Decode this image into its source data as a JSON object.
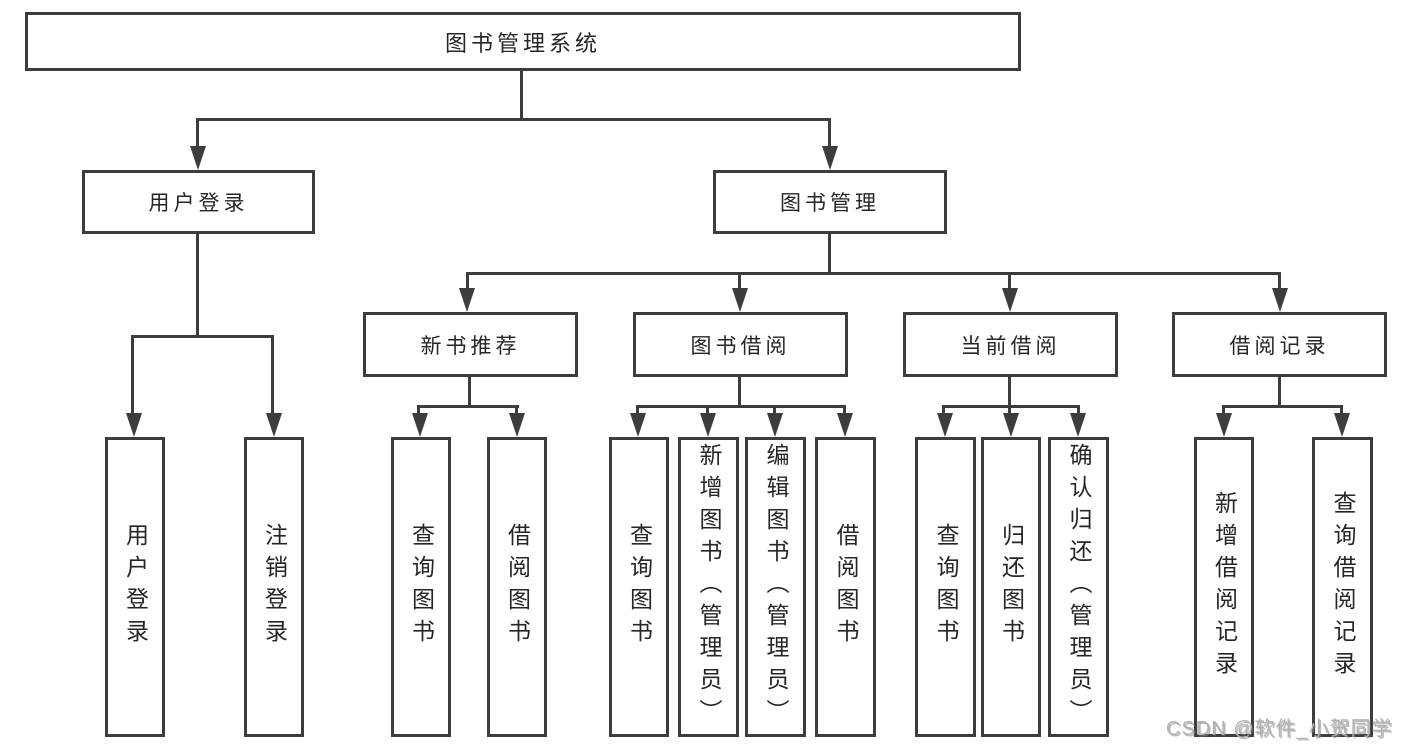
{
  "diagram": {
    "type": "tree",
    "title": "图书管理系统",
    "root": {
      "label": "图书管理系统"
    },
    "branches": [
      {
        "label": "用户登录",
        "children": [
          {
            "label": "用户登录"
          },
          {
            "label": "注销登录"
          }
        ]
      },
      {
        "label": "图书管理",
        "children": [
          {
            "label": "新书推荐",
            "children": [
              {
                "label": "查询图书"
              },
              {
                "label": "借阅图书"
              }
            ]
          },
          {
            "label": "图书借阅",
            "children": [
              {
                "label": "查询图书"
              },
              {
                "label": "新增图书（管理员）"
              },
              {
                "label": "编辑图书（管理员）"
              },
              {
                "label": "借阅图书"
              }
            ]
          },
          {
            "label": "当前借阅",
            "children": [
              {
                "label": "查询图书"
              },
              {
                "label": "归还图书"
              },
              {
                "label": "确认归还（管理员）"
              }
            ]
          },
          {
            "label": "借阅记录",
            "children": [
              {
                "label": "新增借阅记录"
              },
              {
                "label": "查询借阅记录"
              }
            ]
          }
        ]
      }
    ],
    "watermark": "CSDN @软件_小贺同学",
    "colors": {
      "line": "#3d3d3d",
      "box_border": "#3d3d3d",
      "text": "#262626",
      "watermark": "#b3b3b3",
      "background": "#ffffff"
    }
  }
}
